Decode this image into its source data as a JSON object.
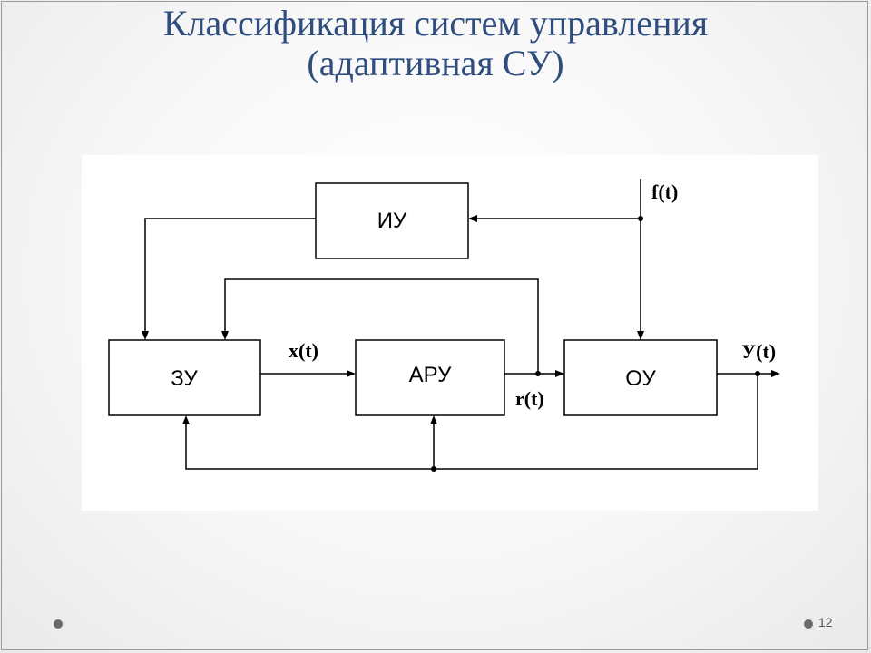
{
  "slide": {
    "title_line1": "Классификация систем управления",
    "title_line2": "(адаптивная СУ)",
    "page_number": "12"
  },
  "diagram": {
    "blocks": {
      "iu": "ИУ",
      "zu": "ЗУ",
      "aru": "АРУ",
      "ou": "ОУ"
    },
    "signals": {
      "f": "f(t)",
      "x": "x(t)",
      "r": "r(t)",
      "y": "У(t)"
    }
  },
  "colors": {
    "title": "#2f4e7f",
    "bullet": "#6a6a6a"
  }
}
